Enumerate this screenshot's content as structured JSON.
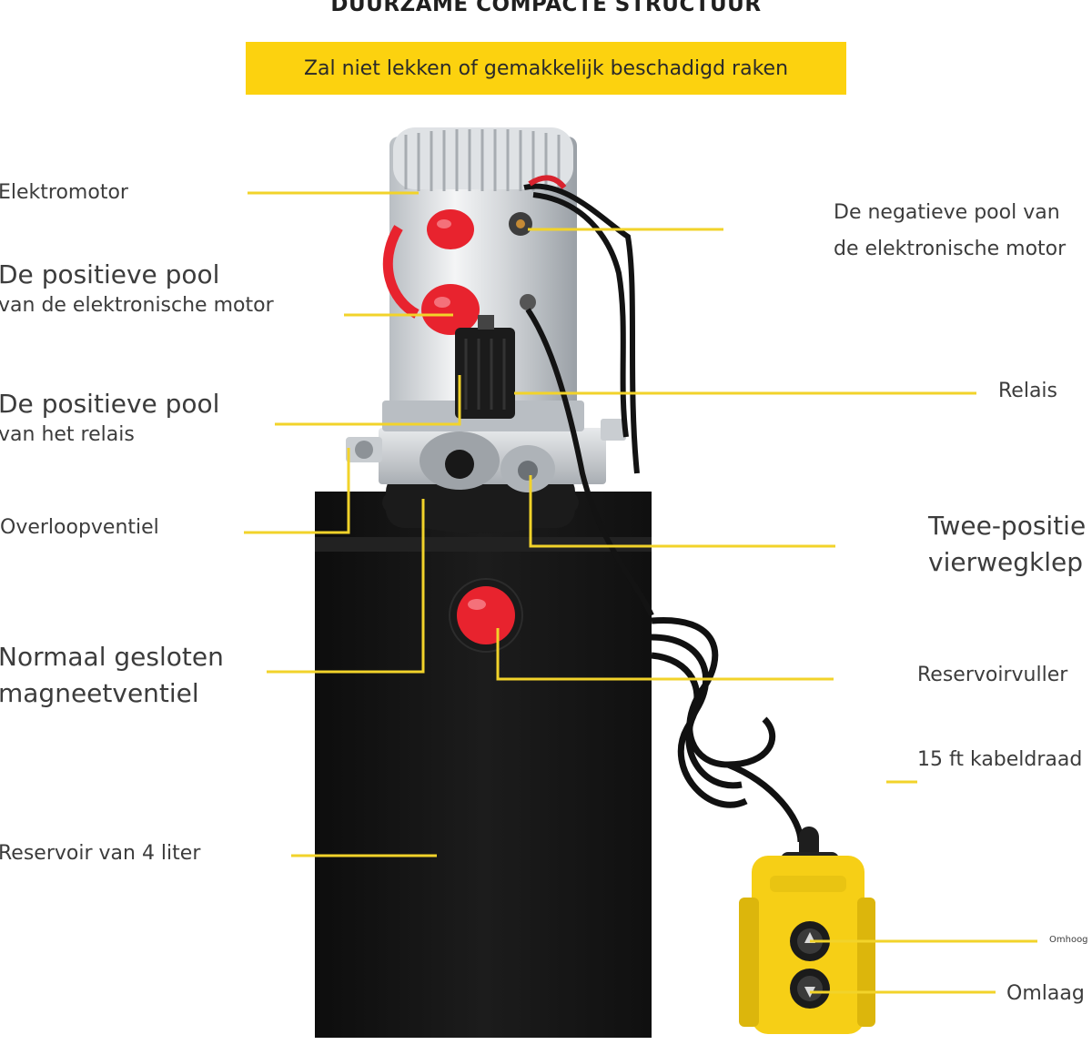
{
  "header": {
    "title": "DUURZAME COMPACTE STRUCTUUR",
    "banner": "Zal niet lekken of gemakkelijk beschadigd raken"
  },
  "labels": {
    "elektromotor": "Elektromotor",
    "positive_motor": [
      "De positieve pool",
      "van de elektronische motor"
    ],
    "positive_relay": [
      "De positieve pool",
      "van het relais"
    ],
    "overflow_valve": "Overloopventiel",
    "solenoid_valve": [
      "Normaal gesloten",
      "magneetventiel"
    ],
    "reservoir": "Reservoir van 4 liter",
    "negative_motor": [
      "De negatieve pool van",
      "de elektronische motor"
    ],
    "relay": "Relais",
    "four_way_valve": [
      "Twee-positie",
      "vierwegklep"
    ],
    "reservoir_filler": "Reservoirvuller",
    "cable": "15 ft kabeldraad",
    "up": "Omhoog",
    "down": "Omlaag"
  },
  "colors": {
    "accent": "#fcd20f",
    "leader": "#f2d32a",
    "tank": "#151515",
    "motor": "#c9cdd1",
    "terminal": "#e8232e",
    "remote": "#f6cf16"
  }
}
